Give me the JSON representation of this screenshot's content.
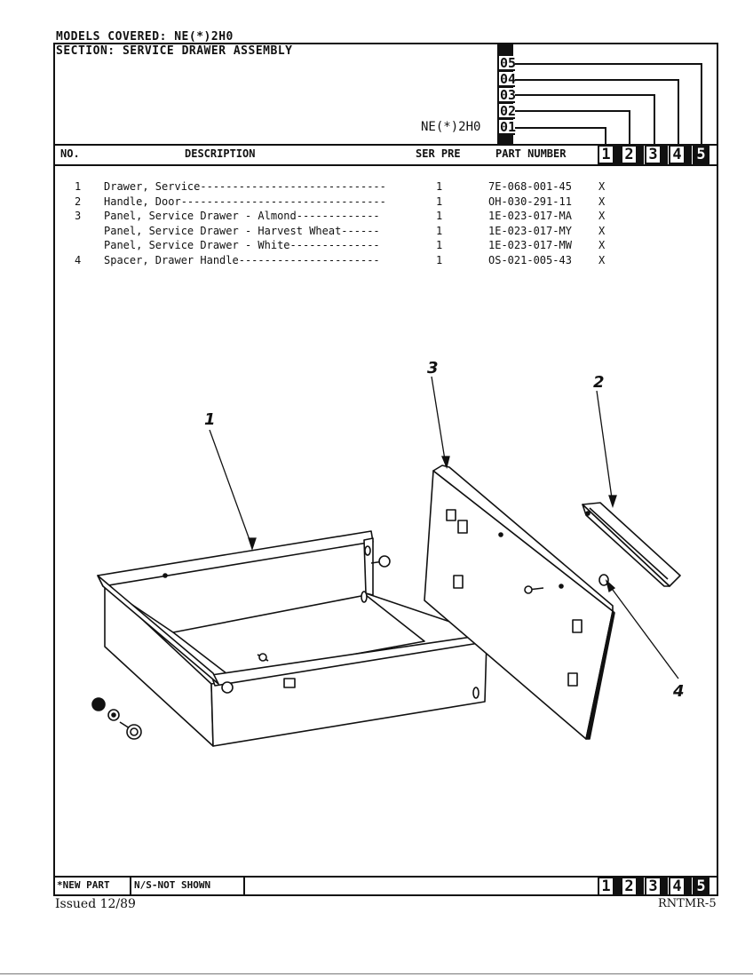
{
  "header": {
    "models_label": "MODELS COVERED:",
    "models_value": "NE(*)2H0",
    "section_label": "SECTION:",
    "section_value": "SERVICE DRAWER ASSEMBLY",
    "model_code": "NE(*)2H0",
    "version_codes": [
      "05",
      "04",
      "03",
      "02",
      "01"
    ]
  },
  "columns": {
    "no": "NO.",
    "description": "DESCRIPTION",
    "ser_pre": "SER PRE",
    "part_number": "PART NUMBER"
  },
  "model_columns": [
    "1",
    "2",
    "3",
    "4",
    "5"
  ],
  "parts": [
    {
      "no": "1",
      "description": "Drawer, Service-----------------------------",
      "qty": "1",
      "part": "7E-068-001-45",
      "m1": "X"
    },
    {
      "no": "2",
      "description": "Handle, Door--------------------------------",
      "qty": "1",
      "part": "OH-030-291-11",
      "m1": "X"
    },
    {
      "no": "3",
      "description": "Panel, Service Drawer - Almond-------------",
      "qty": "1",
      "part": "1E-023-017-MA",
      "m1": "X"
    },
    {
      "no": "",
      "description": "Panel, Service Drawer - Harvest Wheat------",
      "qty": "1",
      "part": "1E-023-017-MY",
      "m1": "X"
    },
    {
      "no": "",
      "description": "Panel, Service Drawer - White--------------",
      "qty": "1",
      "part": "1E-023-017-MW",
      "m1": "X"
    },
    {
      "no": "4",
      "description": "Spacer, Drawer Handle----------------------",
      "qty": "1",
      "part": "OS-021-005-43",
      "m1": "X"
    }
  ],
  "callouts": [
    "1",
    "2",
    "3",
    "4"
  ],
  "footer": {
    "new_part": "*NEW PART",
    "not_shown": "N/S-NOT SHOWN",
    "issued": "Issued 12/89",
    "doc_code": "RNTMR-5"
  }
}
